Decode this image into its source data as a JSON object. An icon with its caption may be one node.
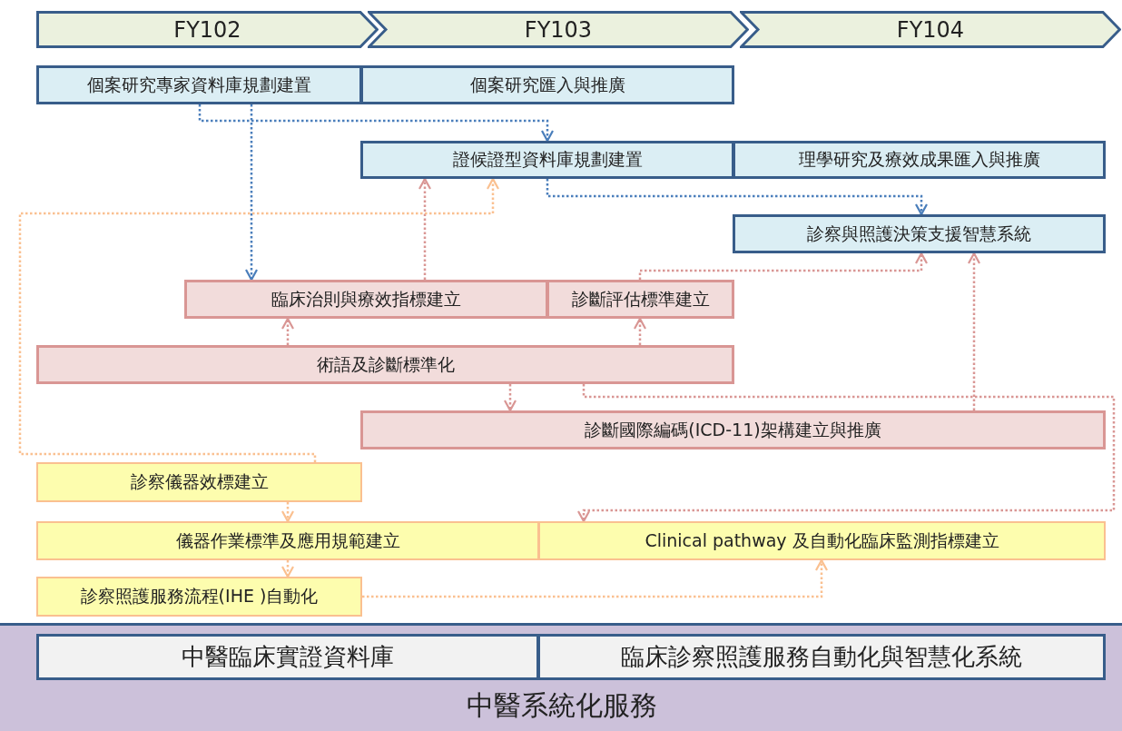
{
  "diagram": {
    "nodes": [
      {
        "text": [
          "FY102"
        ]
      },
      {
        "text": [
          "FY103"
        ]
      },
      {
        "text": [
          "FY104"
        ]
      },
      {
        "text": [
          "個案研究專家資料庫規劃建置"
        ]
      },
      {
        "text": [
          "個案研究匯入與推廣"
        ]
      },
      {
        "text": [
          "證候證型資料庫規劃建置"
        ]
      },
      {
        "text": [
          "理學研究及療效成果匯入與推廣"
        ]
      },
      {
        "text": [
          "診察與照護決策支援智慧系統"
        ]
      },
      {
        "text": [
          "臨床治則與療效指標建立"
        ]
      },
      {
        "text": [
          "診斷評估標準建立"
        ]
      },
      {
        "text": [
          "術語及診斷標準化"
        ]
      },
      {
        "text": [
          "診斷國際編碼(ICD-11)架構建立與推廣"
        ]
      },
      {
        "text": [
          "診察儀器效標建立"
        ]
      },
      {
        "text": [
          "儀器作業標準及應用規範建立"
        ]
      },
      {
        "text": [
          "Clinical pathway 及自動化臨床監測指標建立"
        ]
      },
      {
        "text": [
          "診察照護服務流程(IHE )自動化"
        ]
      },
      {
        "text": [
          "中醫系統化服務"
        ]
      },
      {
        "text": [
          "中醫臨床實證資料庫"
        ],
        "in": 16
      },
      {
        "text": [
          "臨床診察照護服務自動化與智慧化系統"
        ],
        "in": 16
      }
    ],
    "edges": [
      {
        "from": 3,
        "to": 5,
        "arrow": "to",
        "color": "#4a7ebb"
      },
      {
        "from": 3,
        "to": 8,
        "arrow": "to",
        "color": "#4a7ebb"
      },
      {
        "from": 5,
        "to": 7,
        "arrow": "to",
        "color": "#4a7ebb"
      },
      {
        "from": 8,
        "to": 5,
        "arrow": "to",
        "color": "#d99694"
      },
      {
        "from": 12,
        "to": 5,
        "arrow": "to",
        "color": "#fac090"
      },
      {
        "from": 10,
        "to": 8,
        "arrow": "to",
        "color": "#d99694"
      },
      {
        "from": 10,
        "to": 9,
        "arrow": "to",
        "color": "#d99694"
      },
      {
        "from": 9,
        "to": 7,
        "arrow": "to",
        "color": "#d99694"
      },
      {
        "from": 10,
        "to": 11,
        "arrow": "to",
        "color": "#d99694"
      },
      {
        "from": 10,
        "to": 14,
        "arrow": "to",
        "color": "#d99694"
      },
      {
        "from": 11,
        "to": 7,
        "arrow": "to",
        "color": "#d99694"
      },
      {
        "from": 12,
        "to": 13,
        "arrow": "to",
        "color": "#fac090"
      },
      {
        "from": 13,
        "to": 15,
        "arrow": "to",
        "color": "#fac090"
      },
      {
        "from": 15,
        "to": 14,
        "arrow": "to",
        "color": "#fac090"
      }
    ]
  }
}
